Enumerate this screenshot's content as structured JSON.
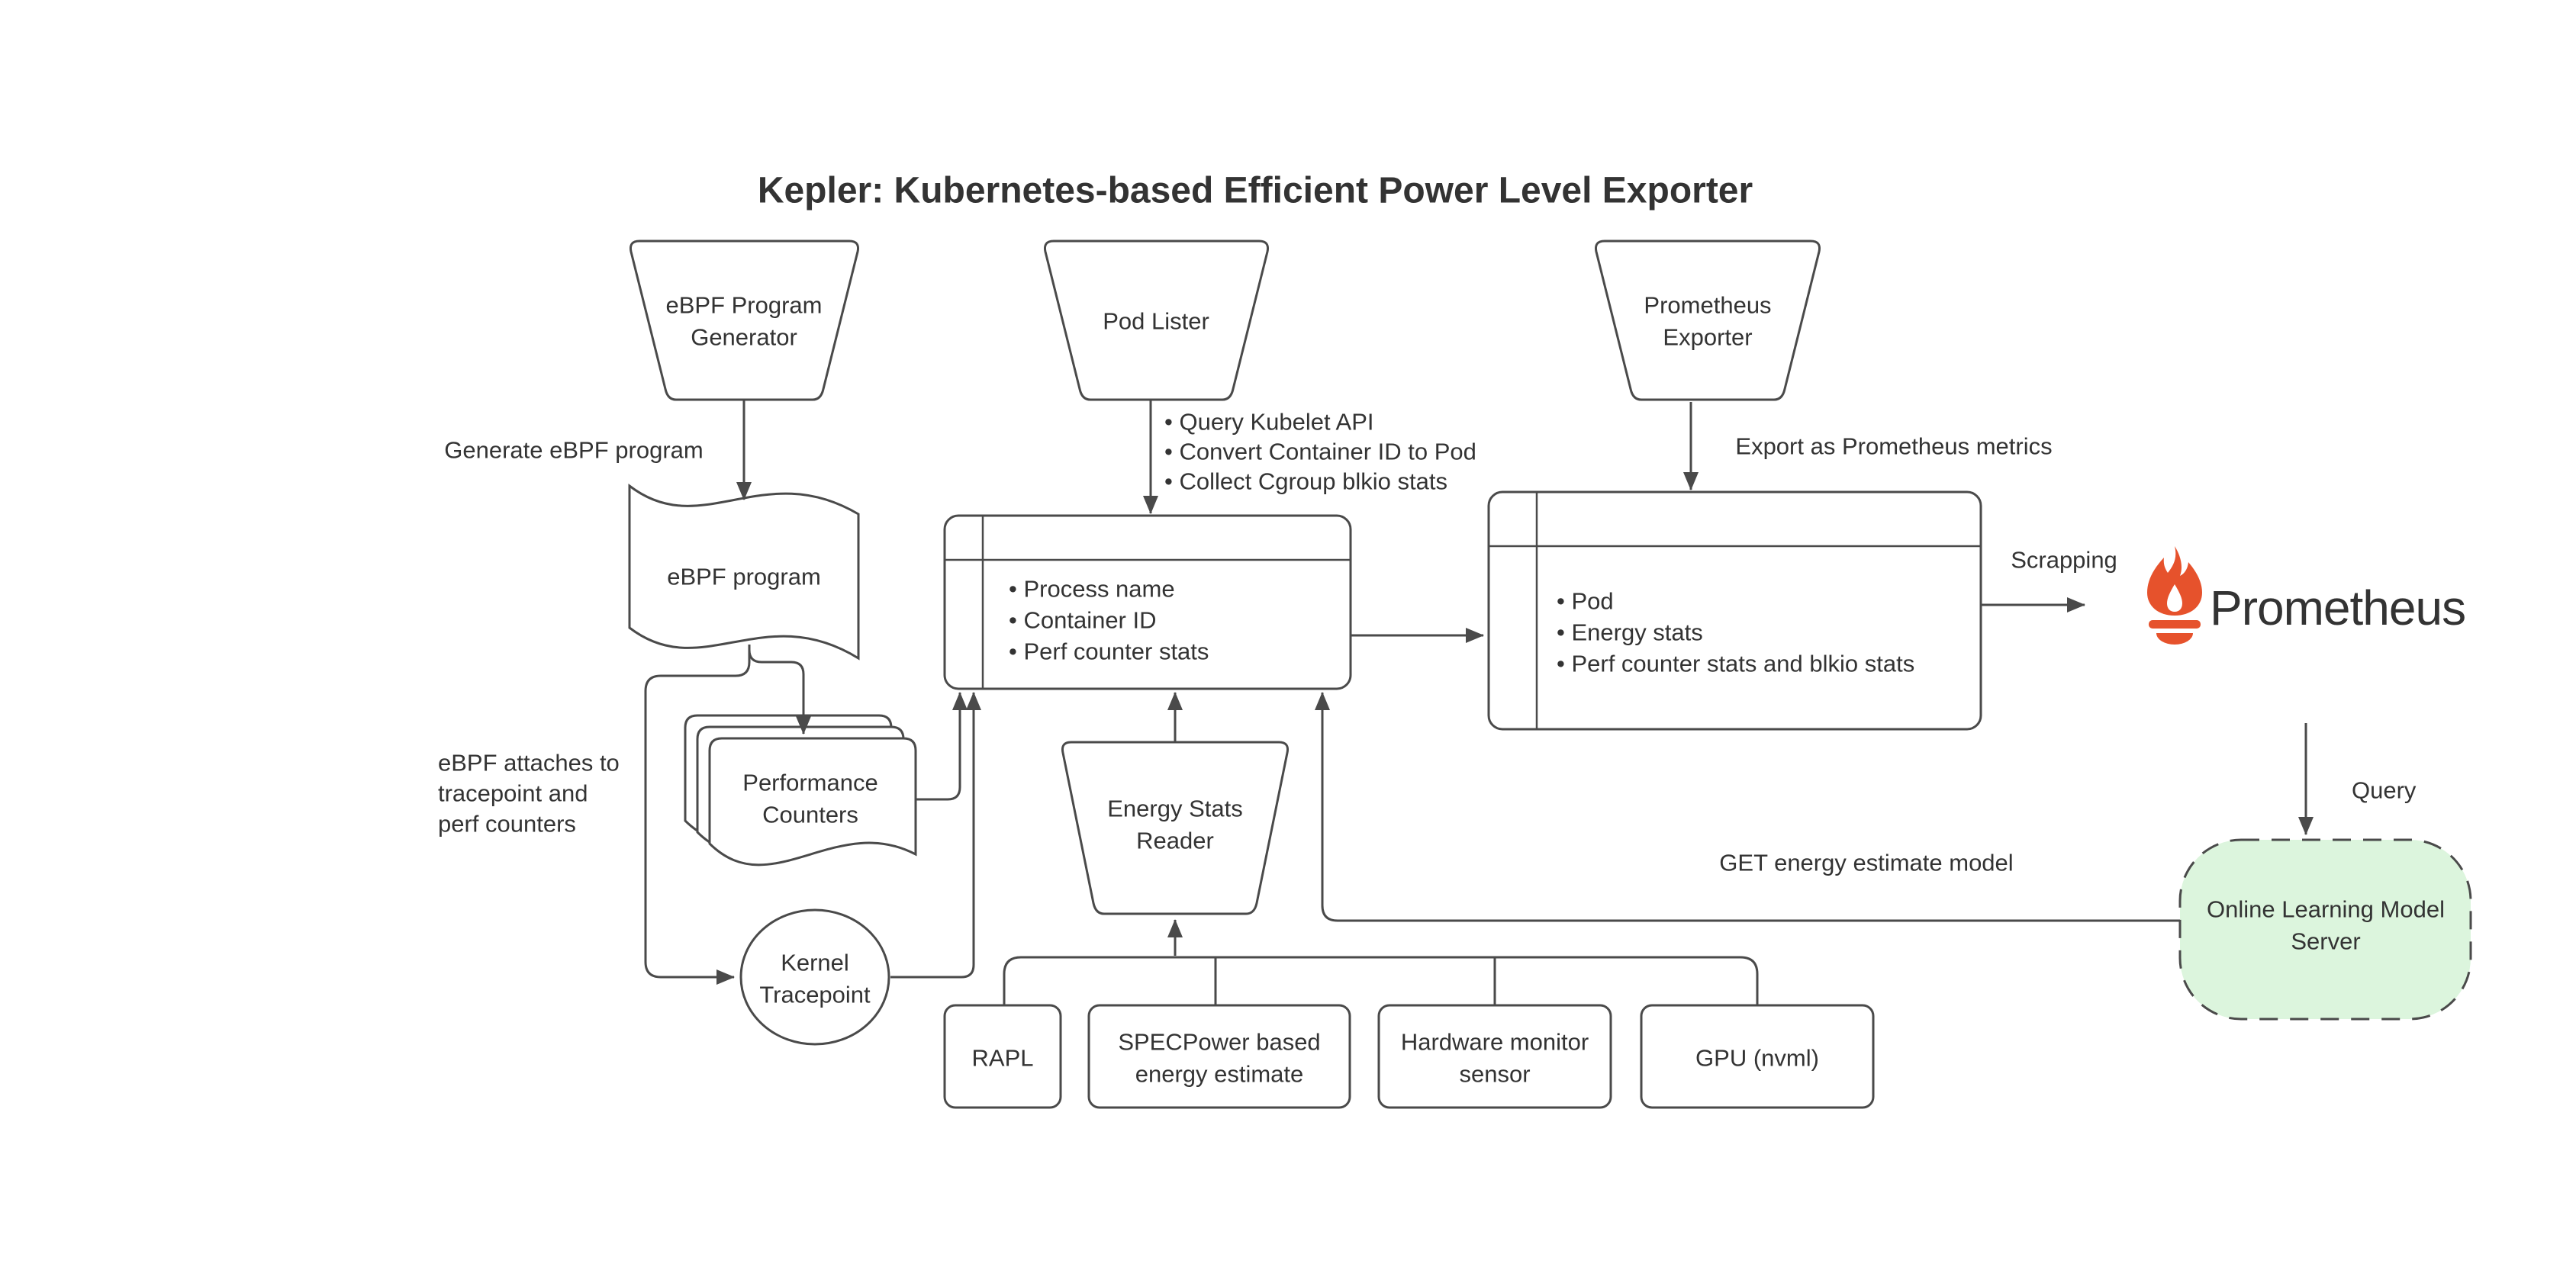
{
  "title": "Kepler: Kubernetes-based Efficient Power Level Exporter",
  "colors": {
    "stroke": "#4a4a4a",
    "text": "#333333",
    "prometheus_orange": "#e6522c",
    "online_server_fill": "#dcf5dd",
    "background": "#ffffff"
  },
  "nodes": {
    "ebpf_program_generator": {
      "line1": "eBPF Program",
      "line2": "Generator"
    },
    "pod_lister": {
      "label": "Pod Lister"
    },
    "prometheus_exporter": {
      "line1": "Prometheus",
      "line2": "Exporter"
    },
    "ebpf_program_document": {
      "label": "eBPF program"
    },
    "performance_counters": {
      "line1": "Performance",
      "line2": "Counters"
    },
    "kernel_tracepoint": {
      "line1": "Kernel",
      "line2": "Tracepoint"
    },
    "energy_stats_reader": {
      "line1": "Energy Stats",
      "line2": "Reader"
    },
    "process_stats_table": {
      "bullets": [
        "• Process name",
        "• Container ID",
        "• Perf counter stats"
      ]
    },
    "pod_stats_table": {
      "bullets": [
        "• Pod",
        "• Energy stats",
        "• Perf counter stats and blkio stats"
      ]
    },
    "online_learning_model_server": {
      "line1": "Online Learning Model",
      "line2": "Server"
    },
    "sources": {
      "rapl": "RAPL",
      "specpower_line1": "SPECPower based",
      "specpower_line2": "energy estimate",
      "hw_monitor_line1": "Hardware monitor",
      "hw_monitor_line2": "sensor",
      "gpu": "GPU (nvml)"
    }
  },
  "edge_labels": {
    "generate_ebpf_program": "Generate eBPF program",
    "pod_lister_notes": [
      "• Query Kubelet API",
      "• Convert Container ID to Pod",
      "• Collect Cgroup blkio stats"
    ],
    "ebpf_attaches": [
      "eBPF attaches to",
      "tracepoint and",
      "perf counters"
    ],
    "export_metrics": "Export as Prometheus metrics",
    "scrapping": "Scrapping",
    "query": "Query",
    "get_model": "GET energy estimate model"
  },
  "prometheus": {
    "wordmark": "Prometheus",
    "icon": "prometheus-flame-icon"
  }
}
